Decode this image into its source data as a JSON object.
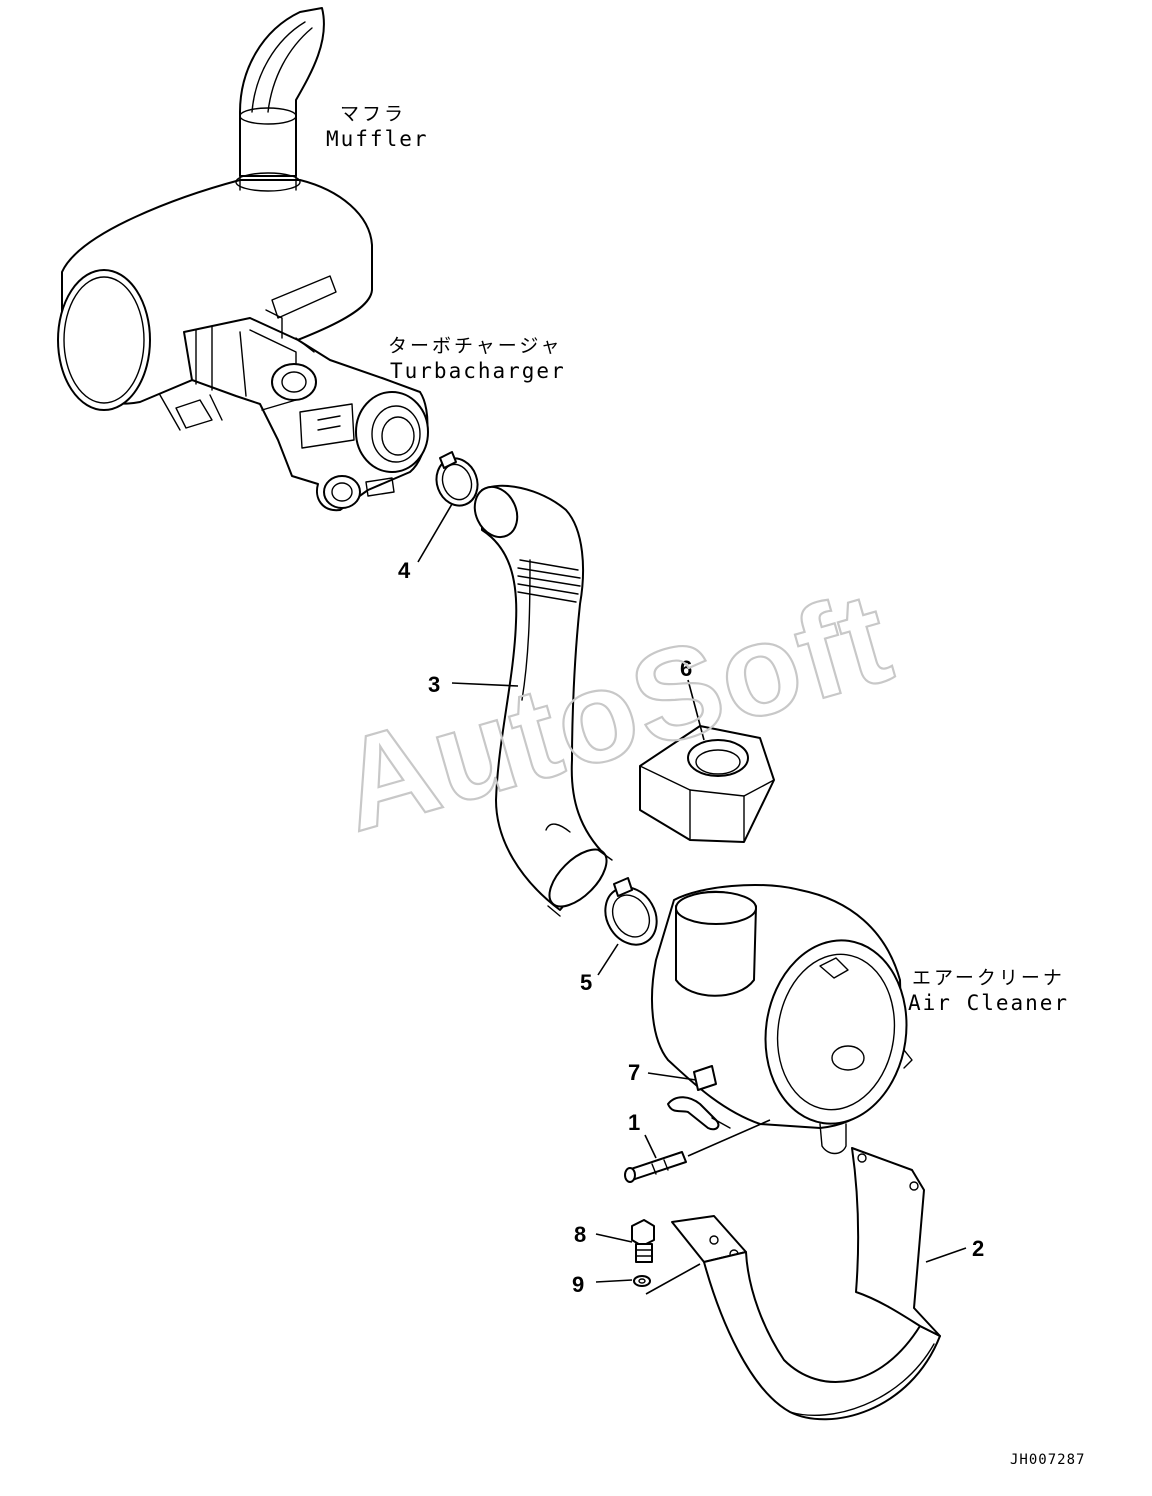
{
  "labels": {
    "muffler_jp": "マフラ",
    "muffler_en": "Muffler",
    "turbo_jp": "ターボチャージャ",
    "turbo_en": "Turbacharger",
    "air_cleaner_jp": "エアークリーナ",
    "air_cleaner_en": "Air Cleaner"
  },
  "callouts": {
    "c1": "1",
    "c2": "2",
    "c3": "3",
    "c4": "4",
    "c5": "5",
    "c6": "6",
    "c7": "7",
    "c8": "8",
    "c9": "9"
  },
  "watermark": "AutoSoft",
  "drawing_code": "JH007287"
}
